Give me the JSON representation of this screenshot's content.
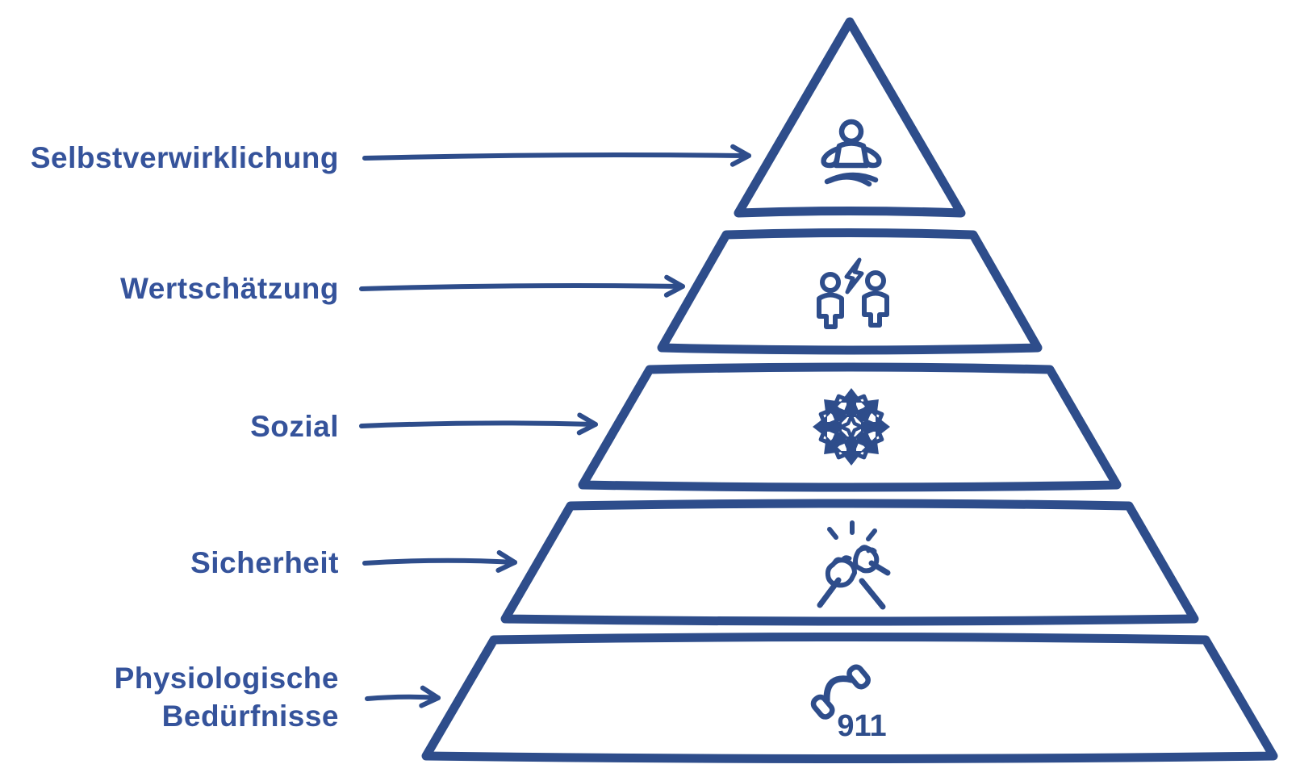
{
  "diagram": {
    "type": "needs-pyramid",
    "language": "de",
    "colors": {
      "ink": "#2e4d8b",
      "label_text": "#35539b",
      "background": "#ffffff"
    },
    "levels": [
      {
        "rank": 1,
        "label": "Selbstverwirklichung",
        "icon": "meditation-icon"
      },
      {
        "rank": 2,
        "label": "Wertschätzung",
        "icon": "people-conflict-icon"
      },
      {
        "rank": 3,
        "label": "Sozial",
        "icon": "geometric-rosette-icon"
      },
      {
        "rank": 4,
        "label": "Sicherheit",
        "icon": "clasped-hands-icon"
      },
      {
        "rank": 5,
        "label": "Physiologische Bedürfnisse",
        "label_line1": "Physiologische",
        "label_line2": "Bedürfnisse",
        "icon": "phone-handset-icon",
        "icon_text": "911"
      }
    ]
  }
}
